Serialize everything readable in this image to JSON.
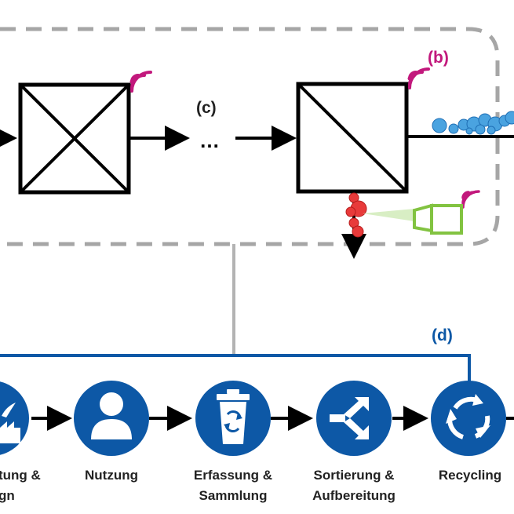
{
  "labels": {
    "c": "(c)",
    "ellipsis": "…",
    "b": "(b)",
    "d": "(d)"
  },
  "lifecycle": [
    {
      "line1": "tung &",
      "line2": "gn",
      "icon": "factory-icon"
    },
    {
      "line1": "Nutzung",
      "line2": "",
      "icon": "user-icon"
    },
    {
      "line1": "Erfassung &",
      "line2": "Sammlung",
      "icon": "trash-bin-icon"
    },
    {
      "line1": "Sortierung &",
      "line2": "Aufbereitung",
      "icon": "split-arrows-icon"
    },
    {
      "line1": "Recycling",
      "line2": "",
      "icon": "recycle-icon"
    }
  ],
  "colors": {
    "blue": "#0d58a6",
    "magenta": "#c2187c",
    "gray_dash": "#a6a6a6",
    "bubble_blue": "#4aa3e0",
    "red": "#e83a3a",
    "green": "#82c341",
    "black": "#000000"
  }
}
